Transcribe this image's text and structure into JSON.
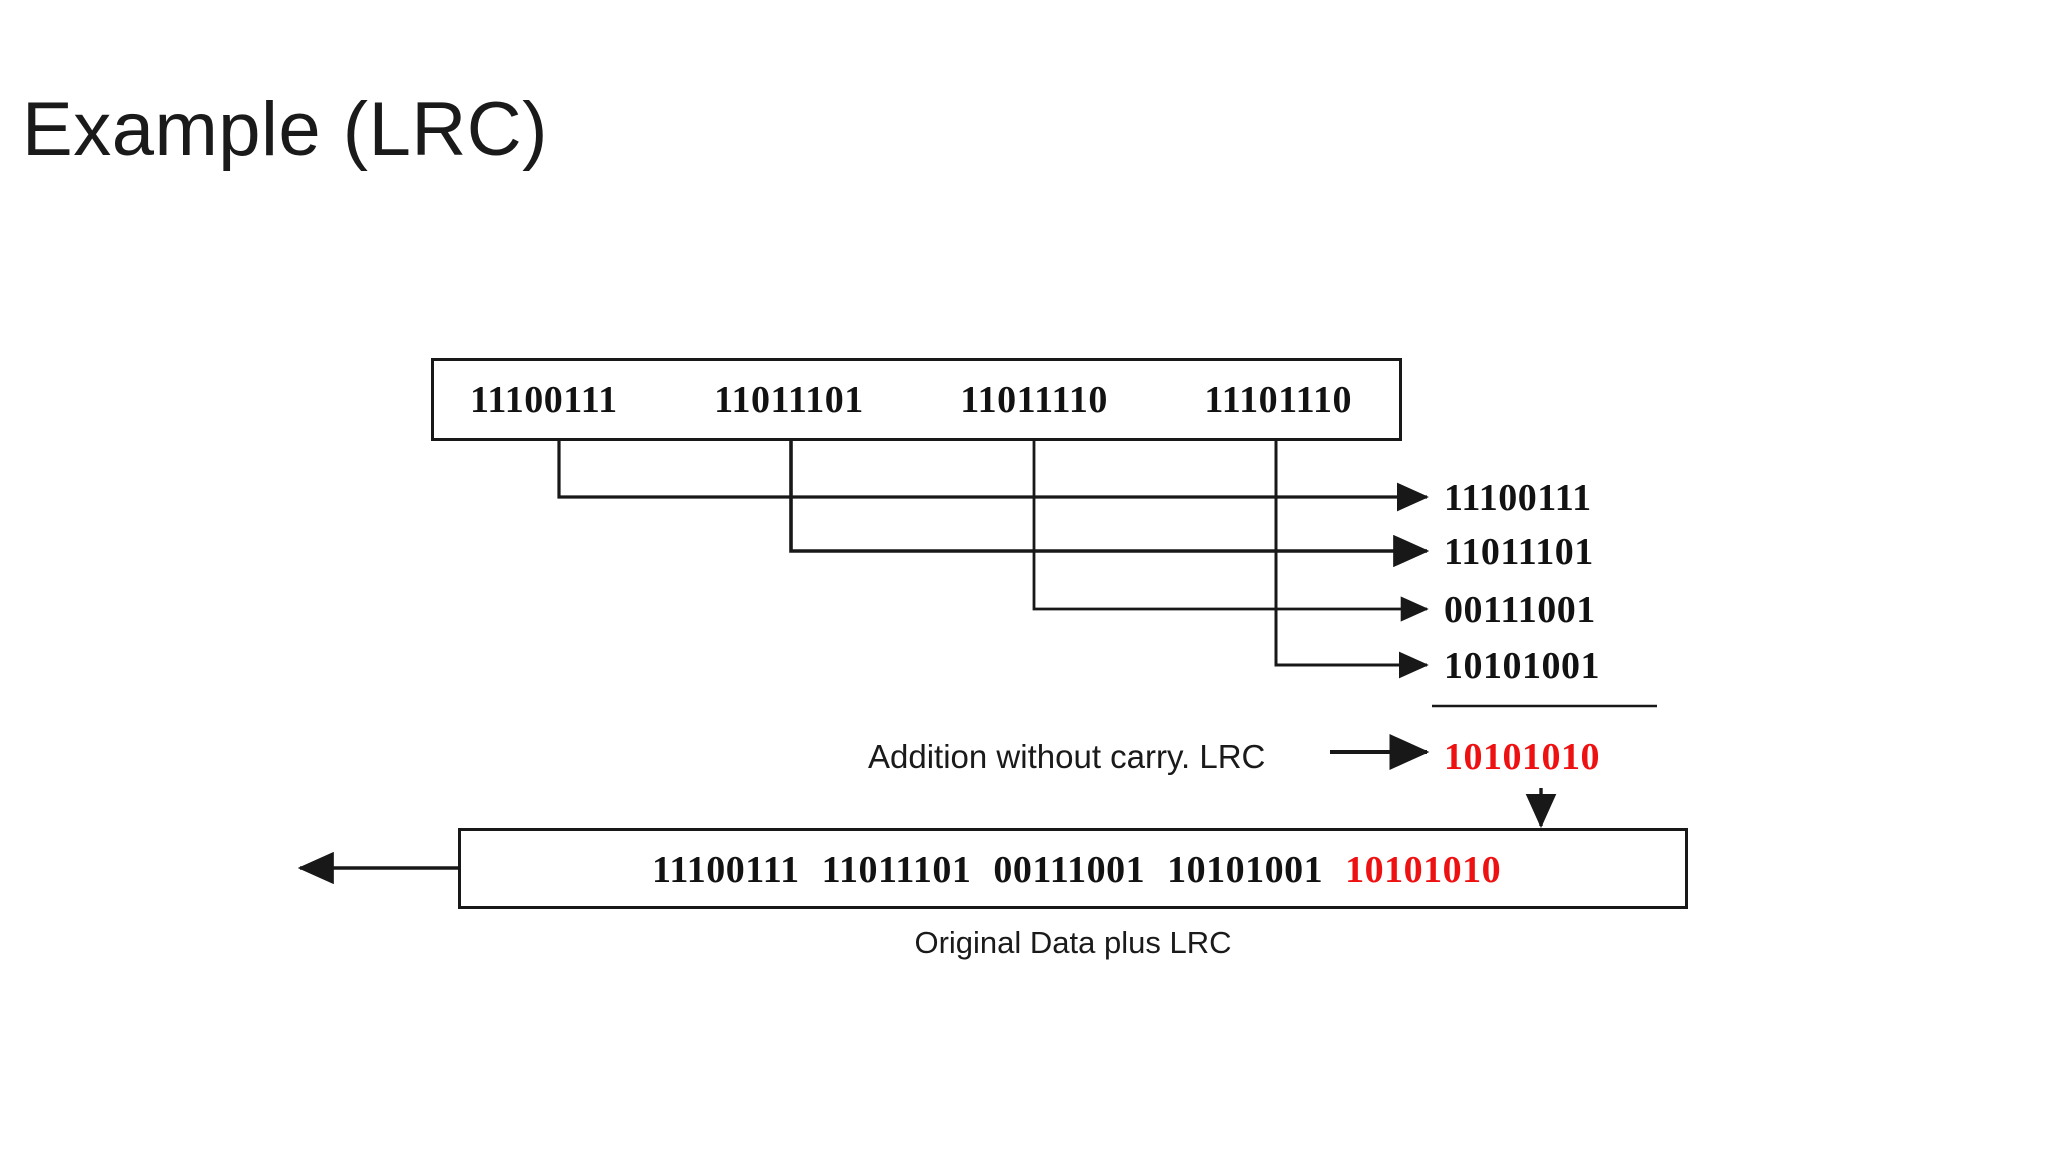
{
  "slide": {
    "title": "Example (LRC)",
    "background_color": "#ffffff",
    "text_color": "#1a1a1a",
    "accent_color": "#ee1111",
    "line_color": "#181818"
  },
  "top_box": {
    "name": "original-data-block",
    "words": [
      "11100111",
      "11011101",
      "11011110",
      "11101110"
    ]
  },
  "rows": [
    {
      "value": "11100111",
      "color": "#121212"
    },
    {
      "value": "11011101",
      "color": "#121212"
    },
    {
      "value": "00111001",
      "color": "#121212"
    },
    {
      "value": "10101001",
      "color": "#121212"
    }
  ],
  "lrc": {
    "label": "Addition without carry. LRC",
    "value": "10101010",
    "color": "#ee1111",
    "overline": true
  },
  "bottom_box": {
    "name": "original-data-plus-lrc-block",
    "data_words": [
      "11100111",
      "11011101",
      "00111001",
      "10101001"
    ],
    "lrc_word": "10101010",
    "caption": "Original Data plus LRC"
  },
  "icons": {
    "arrow_right": "arrow-right-icon",
    "arrow_left": "arrow-left-icon",
    "arrow_down": "arrow-down-icon"
  }
}
